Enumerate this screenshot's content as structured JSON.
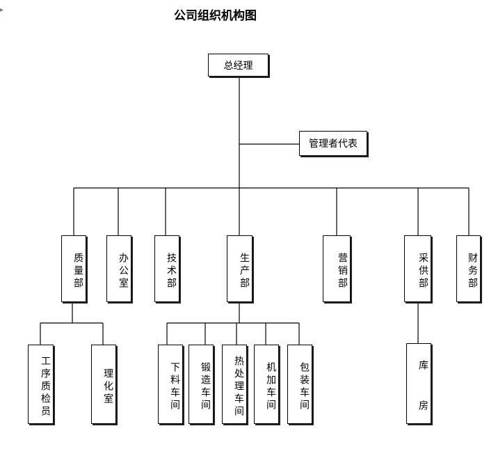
{
  "title": "公司组织机构图",
  "nodes": {
    "ceo": "总经理",
    "mgmt_rep": "管理者代表",
    "quality": "质量部",
    "office": "办公室",
    "tech": "技术部",
    "production": "生产部",
    "sales": "营销部",
    "purchasing": "采供部",
    "finance": "财务部",
    "process_inspector": "工序质检员",
    "lab": "理化室",
    "blanking": "下料车间",
    "forging": "锻造车间",
    "heat_treatment": "热处理车间",
    "machining": "机加车间",
    "packaging": "包装车间",
    "warehouse": "库  房"
  },
  "colors": {
    "line": "#000000",
    "box_border": "#000000",
    "shadow": "#222222"
  }
}
